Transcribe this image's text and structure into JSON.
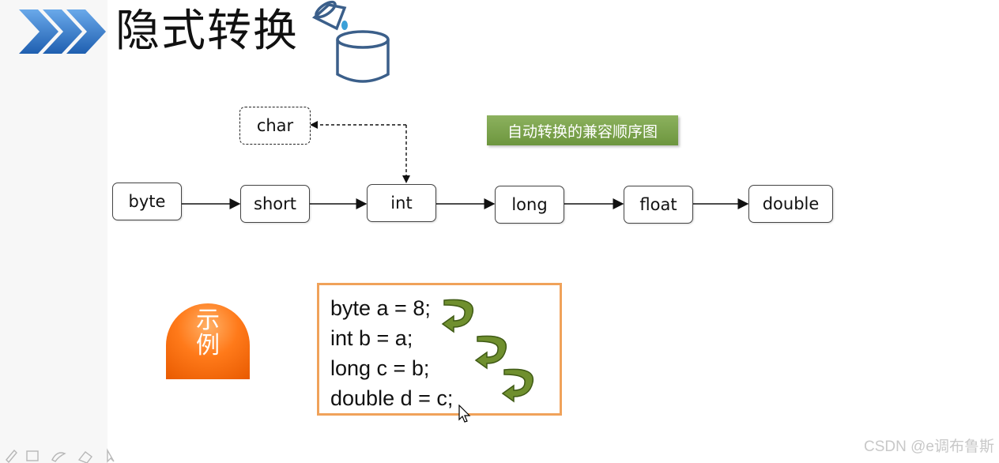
{
  "header": {
    "title": "隐式转换",
    "title_icon": "double-chevron-right-icon",
    "decor_icon": "pouring-bucket-database-icon",
    "accent_color": "#2f6fbf"
  },
  "diagram": {
    "badge_label": "自动转换的兼容顺序图",
    "badge_color": "#7aa34c",
    "nodes": {
      "char": "char",
      "byte": "byte",
      "short": "short",
      "int": "int",
      "long": "long",
      "float": "float",
      "double": "double"
    }
  },
  "example": {
    "badge_char1": "示",
    "badge_char2": "例",
    "badge_color": "#ff7a1a",
    "code_lines": [
      "byte a = 8;",
      "int b = a;",
      "long c = b;",
      "double d = c;"
    ],
    "code_border_color": "#f0a25a",
    "arrow_color": "#6f8f2e"
  },
  "footer": {
    "watermark": "CSDN @e调布鲁斯"
  }
}
